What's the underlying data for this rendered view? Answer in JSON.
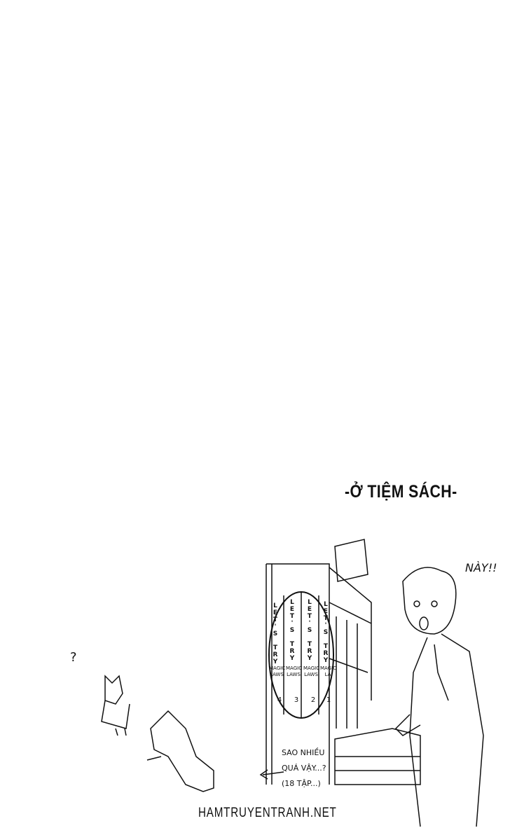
{
  "caption": "-Ở TIỆM SÁCH-",
  "speech": {
    "shout": "NÀY!!",
    "question_mark": "?"
  },
  "side_note": {
    "line1": "SAO NHIỀU",
    "line2": "QUÁ VẬY...?",
    "line3": "(18 TẬP...)"
  },
  "books": [
    {
      "spine": "LET'S TRY",
      "label": "MAGIC LAWS",
      "number": "4"
    },
    {
      "spine": "LET'S TRY",
      "label": "MAGIC LAWS",
      "number": "3"
    },
    {
      "spine": "LET'S TRY",
      "label": "MAGIC LAWS",
      "number": "2"
    },
    {
      "spine": "LET'S TRY",
      "label": "MAGIC LA",
      "number": "1"
    }
  ],
  "watermark": "HAMTRUYENTRANH.NET"
}
